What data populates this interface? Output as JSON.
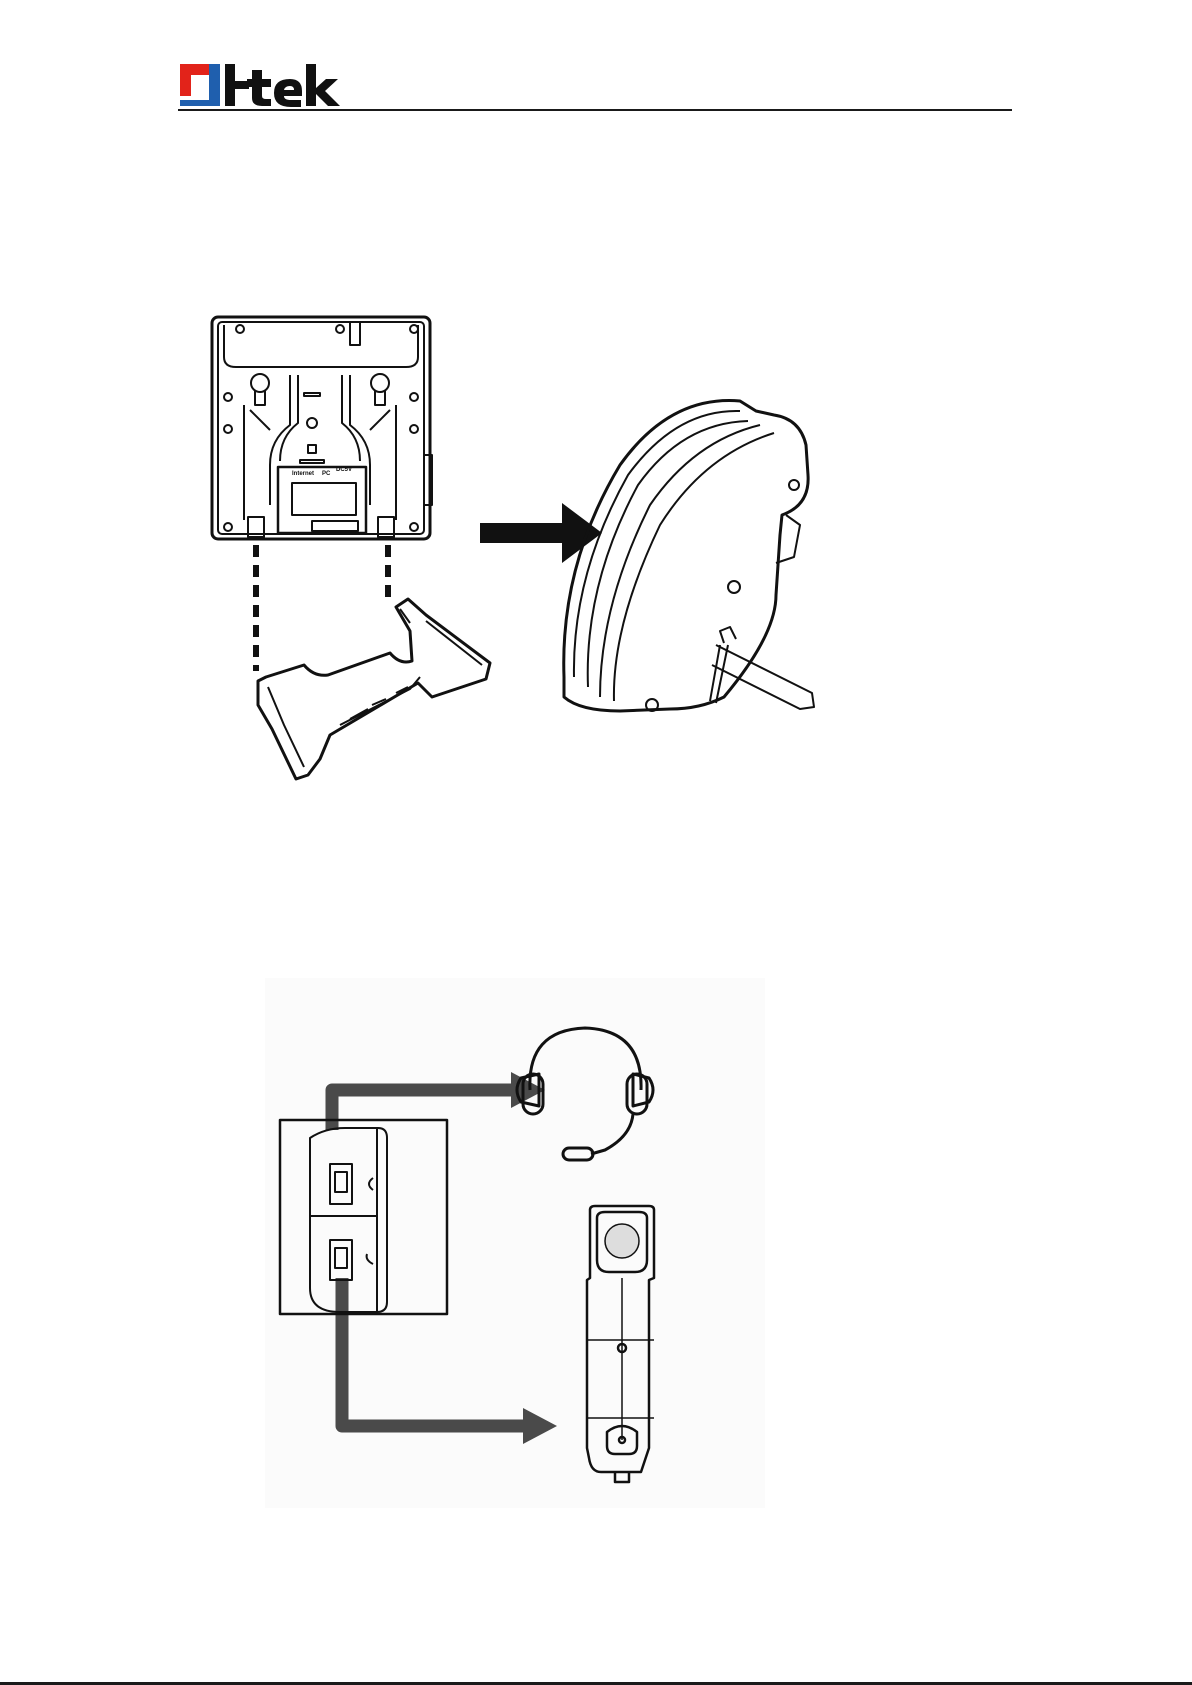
{
  "header": {
    "logo_text": "Htek",
    "logo_colors": {
      "red": "#e2231a",
      "blue": "#1f5fae",
      "black": "#111111"
    }
  },
  "figure1": {
    "port_labels": {
      "internet": "Internet",
      "pc": "PC",
      "power": "DC5V"
    }
  },
  "figure2": {
    "arrow_color": "#4a4a4a"
  }
}
